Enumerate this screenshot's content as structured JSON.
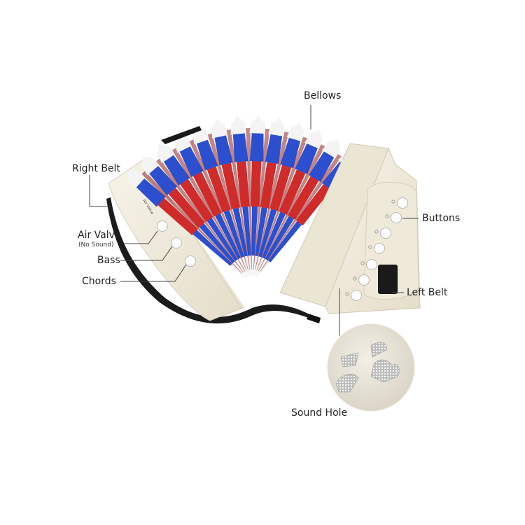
{
  "labels": {
    "bellows": "Bellows",
    "right_belt": "Right Belt",
    "air_valve": "Air Valve",
    "air_valve_note": "(No Sound)",
    "bass": "Bass",
    "chords": "Chords",
    "buttons": "Buttons",
    "left_belt": "Left Belt",
    "sound_hole": "Sound Hole"
  },
  "panel_text": "Air Valve",
  "colors": {
    "body": "#f3eee0",
    "bellows_red": "#cf2b2b",
    "bellows_blue": "#2b4fcf",
    "bellows_white": "#f4f4f4",
    "strap": "#1a1a1a"
  }
}
